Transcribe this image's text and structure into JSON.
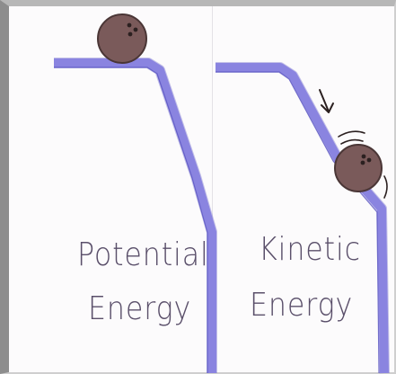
{
  "panels": [
    {
      "id": "left",
      "label_line1": "Potential",
      "label_line2": "Energy"
    },
    {
      "id": "right",
      "label_line1": "Kinetic",
      "label_line2": "Energy"
    }
  ],
  "colors": {
    "ramp": "#8a84e0",
    "ramp_edge": "#5b56c2",
    "ball": "#7a5a5a",
    "ball_dark": "#4a3636",
    "text": "#5a4f6a",
    "paper": "#fcfbfc"
  },
  "icons": [
    "bowling-ball-icon",
    "down-arrow-icon",
    "motion-lines-icon"
  ]
}
